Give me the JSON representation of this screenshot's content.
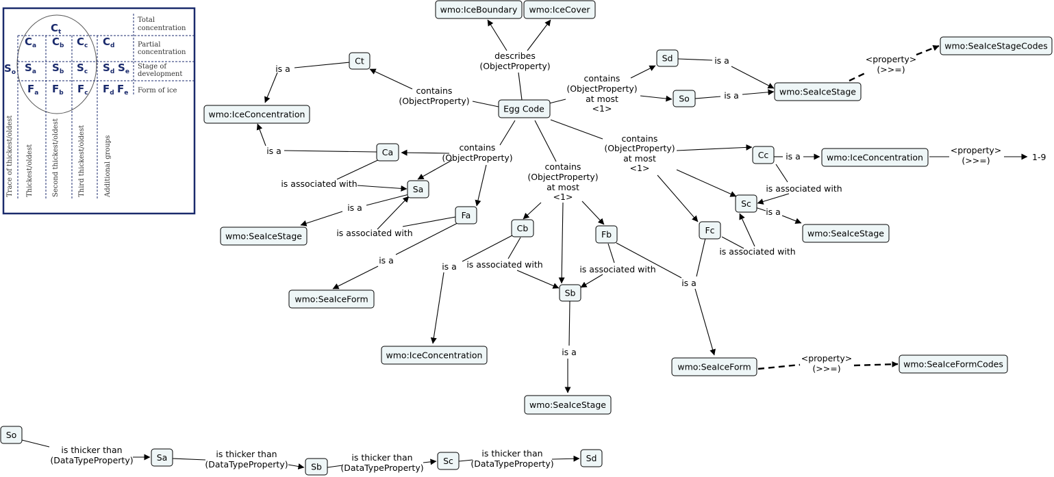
{
  "egg_code_panel": {
    "symbols": {
      "ct": {
        "m": "C",
        "s": "t"
      },
      "ca": {
        "m": "C",
        "s": "a"
      },
      "cb": {
        "m": "C",
        "s": "b"
      },
      "cc": {
        "m": "C",
        "s": "c"
      },
      "cd": {
        "m": "C",
        "s": "d"
      },
      "so": {
        "m": "S",
        "s": "o"
      },
      "sa": {
        "m": "S",
        "s": "a"
      },
      "sb": {
        "m": "S",
        "s": "b"
      },
      "sc": {
        "m": "S",
        "s": "c"
      },
      "sd": {
        "m": "S",
        "s": "d"
      },
      "se": {
        "m": "S",
        "s": "e"
      },
      "fa": {
        "m": "F",
        "s": "a"
      },
      "fb": {
        "m": "F",
        "s": "b"
      },
      "fc": {
        "m": "F",
        "s": "c"
      },
      "fd": {
        "m": "F",
        "s": "d"
      },
      "fe": {
        "m": "F",
        "s": "e"
      }
    },
    "row_labels": {
      "total_1": "Total",
      "total_2": "concentration",
      "partial_1": "Partial",
      "partial_2": "concentration",
      "stage_1": "Stage of",
      "stage_2": "development",
      "form": "Form of ice"
    },
    "column_labels": {
      "trace": "Trace of thickest/oldest",
      "thickest": "Thickest/oldest",
      "second": "Second thickest/oldest",
      "third": "Third thickest/oldest",
      "additional": "Additional groups"
    }
  },
  "nodes": {
    "egg_code": "Egg Code",
    "ice_boundary": "wmo:IceBoundary",
    "ice_cover": "wmo:IceCover",
    "ct": "Ct",
    "ice_concentration_1": "wmo:IceConcentration",
    "sd": "Sd",
    "so": "So",
    "sea_ice_stage_1": "wmo:SeaIceStage",
    "sea_ice_stage_codes": "wmo:SeaIceStageCodes",
    "ca": "Ca",
    "sa": "Sa",
    "sea_ice_stage_2": "wmo:SeaIceStage",
    "fa": "Fa",
    "sea_ice_form_1": "wmo:SeaIceForm",
    "cb": "Cb",
    "ice_concentration_2": "wmo:IceConcentration",
    "sb": "Sb",
    "sea_ice_stage_3": "wmo:SeaIceStage",
    "fb": "Fb",
    "cc": "Cc",
    "ice_concentration_3": "wmo:IceConcentration",
    "range_1_9": "1-9",
    "sc": "Sc",
    "sea_ice_stage_4": "wmo:SeaIceStage",
    "fc": "Fc",
    "sea_ice_form_2": "wmo:SeaIceForm",
    "sea_ice_form_codes": "wmo:SeaIceFormCodes",
    "so_bottom": "So",
    "sa_bottom": "Sa",
    "sb_bottom": "Sb",
    "sc_bottom": "Sc",
    "sd_bottom": "Sd"
  },
  "labels": {
    "describes_1": "describes",
    "describes_2": "(ObjectProperty)",
    "contains_ct_1": "contains",
    "contains_ct_2": "(ObjectProperty)",
    "contains_sd_1": "contains",
    "contains_sd_2": "(ObjectProperty)",
    "contains_sd_3": "at most",
    "contains_sd_4": "<1>",
    "isa_sd": "is a",
    "isa_so": "is a",
    "property_stage_1": "<property>",
    "property_stage_2": "(>>=)",
    "isa_ct": "is a",
    "contains_a_1": "contains",
    "contains_a_2": "(ObjectProperty)",
    "isa_ca": "is a",
    "assoc_ca_sa": "is associated with",
    "isa_sa": "is a",
    "assoc_fa_sa": "is associated with",
    "isa_fa": "is a",
    "contains_b_1": "contains",
    "contains_b_2": "(ObjectProperty)",
    "contains_b_3": "at most",
    "contains_b_4": "<1>",
    "isa_cb": "is a",
    "assoc_cb_sb": "is associated with",
    "assoc_fb_sb": "is associated with",
    "isa_sb": "is a",
    "isa_fb": "is a",
    "contains_c_1": "contains",
    "contains_c_2": "(ObjectProperty)",
    "contains_c_3": "at most",
    "contains_c_4": "<1>",
    "isa_cc": "is a",
    "property_conc_1": "<property>",
    "property_conc_2": "(>>=)",
    "assoc_cc_sc": "is associated with",
    "isa_sc": "is a",
    "assoc_fc_sc": "is associated with",
    "property_form_1": "<property>",
    "property_form_2": "(>>=)",
    "thicker_1a": "is thicker than",
    "thicker_1b": "(DataTypeProperty)",
    "thicker_2a": "is thicker than",
    "thicker_2b": "(DataTypeProperty)",
    "thicker_3a": "is thicker than",
    "thicker_3b": "(DataTypeProperty)",
    "thicker_4a": "is thicker than",
    "thicker_4b": "(DataTypeProperty)"
  }
}
